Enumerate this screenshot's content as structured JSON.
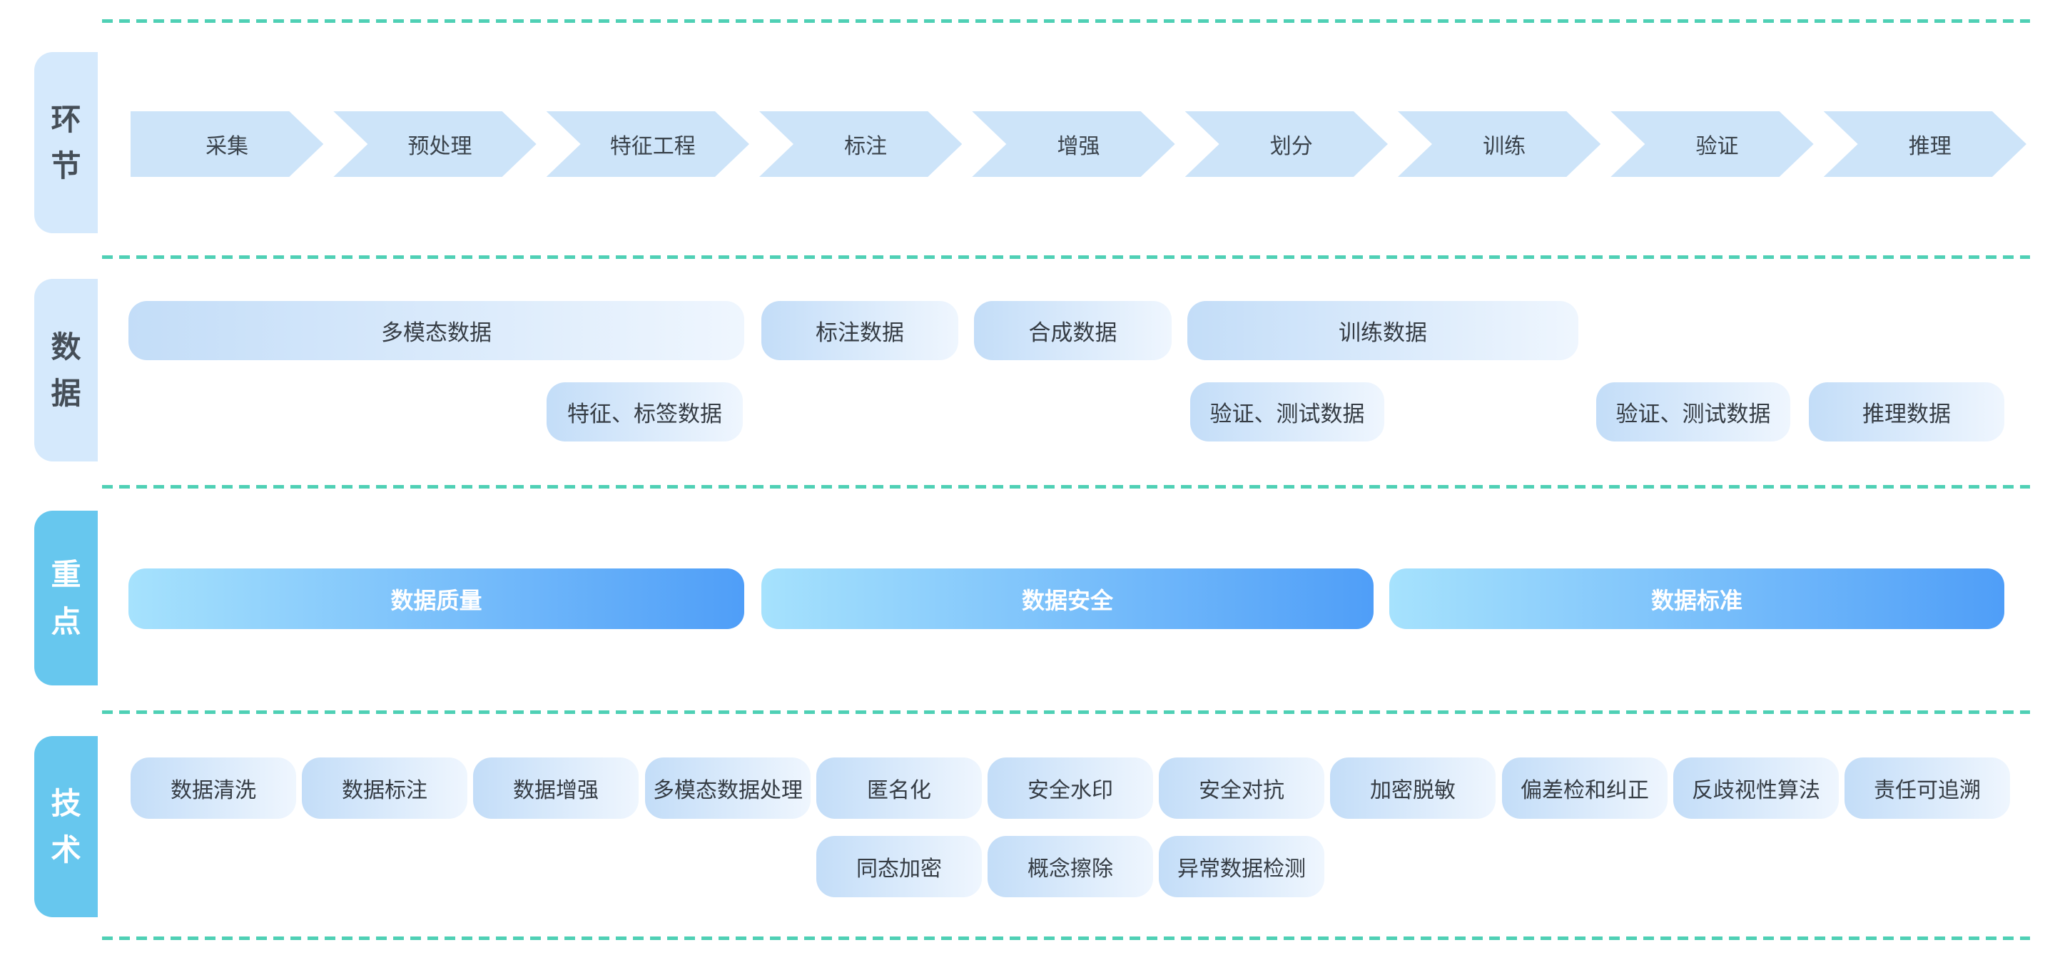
{
  "colors": {
    "separator": "#4FD0B5",
    "label_light_bg": "#D5E9FC",
    "label_sky_bg": "#67C7EE",
    "arrow_bg": "#CDE4F9",
    "box_gradient_start": "#C3DDF8",
    "box_gradient_end": "#EFF6FE",
    "bar_gradient_start": "#A6E2FD",
    "bar_gradient_end": "#4F9EF8",
    "dark_text": "#3A434C",
    "white_text": "#FFFFFF"
  },
  "sections": {
    "stages": {
      "label": "环节",
      "items": [
        "采集",
        "预处理",
        "特征工程",
        "标注",
        "增强",
        "划分",
        "训练",
        "验证",
        "推理"
      ]
    },
    "data": {
      "label": "数据",
      "row1": [
        "多模态数据",
        "标注数据",
        "合成数据",
        "训练数据"
      ],
      "row2": [
        "特征、标签数据",
        "验证、测试数据",
        "验证、测试数据",
        "推理数据"
      ]
    },
    "focus": {
      "label": "重点",
      "items": [
        "数据质量",
        "数据安全",
        "数据标准"
      ]
    },
    "tech": {
      "label": "技术",
      "row1": [
        "数据清洗",
        "数据标注",
        "数据增强",
        "多模态数据处理",
        "匿名化",
        "安全水印",
        "安全对抗",
        "加密脱敏",
        "偏差检和纠正",
        "反歧视性算法",
        "责任可追溯"
      ],
      "row2": [
        "同态加密",
        "概念擦除",
        "异常数据检测"
      ]
    }
  }
}
